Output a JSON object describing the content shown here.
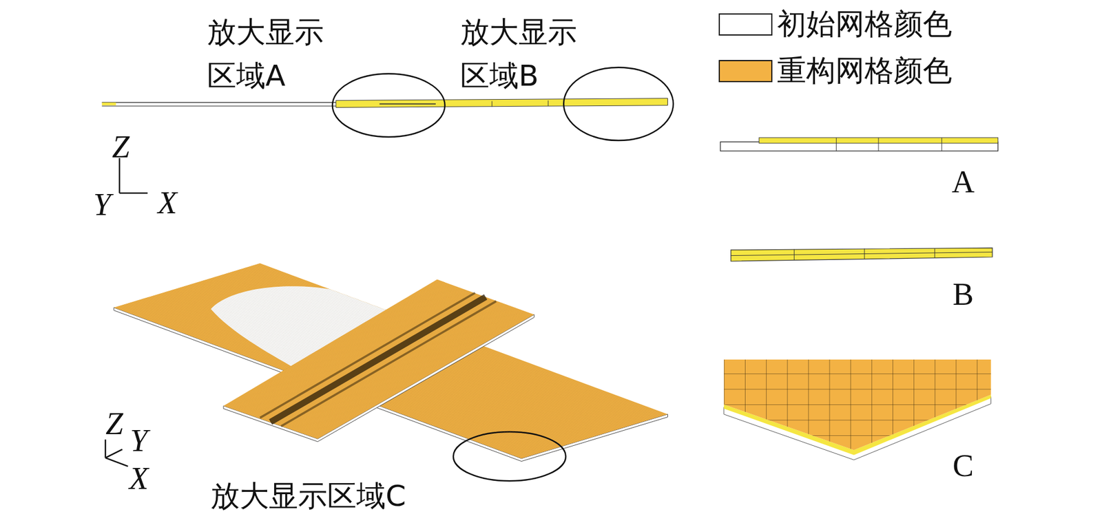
{
  "diagram": {
    "labels": [
      "放大显示区域A",
      "放大显示区域B",
      "Z",
      "Y",
      "X",
      "A",
      "B",
      "C",
      "Z",
      "Y",
      "X",
      "放大显示区域C"
    ],
    "legend": [
      {
        "text": "初始网格颜色",
        "color": "#ffffff"
      },
      {
        "text": "重构网格颜色",
        "color": "#f3b244"
      }
    ]
  }
}
